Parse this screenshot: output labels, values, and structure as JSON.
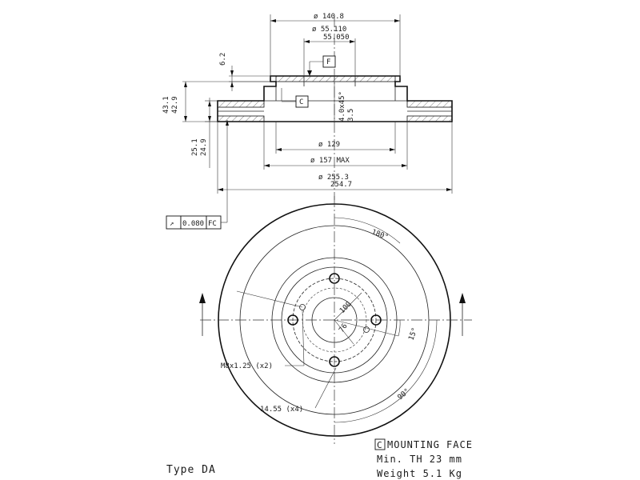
{
  "section_view": {
    "dim_overall_top": "ø 140.8",
    "dim_bore_upper": "ø 55.110",
    "dim_bore_lower": "55.050",
    "datum_f": "F",
    "datum_c": "C",
    "dim_hat_depth": "6.2",
    "dim_height_upper": "43.1",
    "dim_height_lower": "42.9",
    "dim_chamfer": "4.0x45°",
    "dim_chamfer_depth": "3.5",
    "dim_thickness_upper": "25.1",
    "dim_thickness_lower": "24.9",
    "dim_ring_129": "ø 129",
    "dim_157": "ø 157 MAX",
    "dim_outer_upper": "ø 255.3",
    "dim_outer_lower": "254.7"
  },
  "tolerance_frame": {
    "symbol": "↗",
    "value": "0.080",
    "datum": "FC"
  },
  "plan_view": {
    "angle_180": "180°",
    "angle_90": "90°",
    "angle_15": "15°",
    "pcd_100": "100",
    "pcd_76": "76",
    "thread_note": "M8x1.25 (x2)",
    "hole_note": "14.55 (x4)"
  },
  "notes": {
    "mounting_box": "C",
    "mounting_face": "MOUNTING FACE",
    "min_th": "Min. TH 23 mm",
    "weight": "Weight 5.1 Kg",
    "type": "Type DA"
  }
}
